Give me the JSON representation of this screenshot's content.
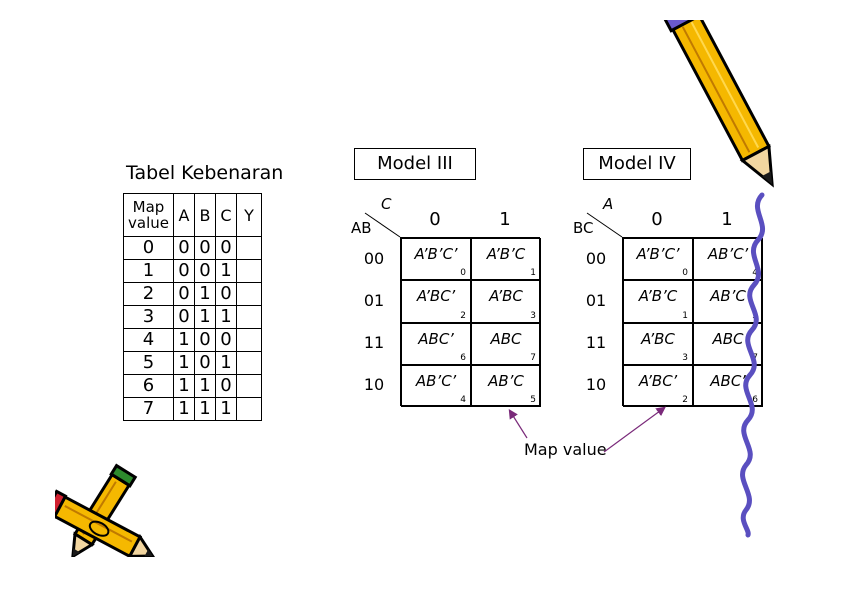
{
  "truth_table": {
    "title": "Tabel Kebenaran",
    "headers": [
      "Map value",
      "A",
      "B",
      "C",
      "Y"
    ],
    "rows": [
      [
        "0",
        "0",
        "0",
        "0",
        ""
      ],
      [
        "1",
        "0",
        "0",
        "1",
        ""
      ],
      [
        "2",
        "0",
        "1",
        "0",
        ""
      ],
      [
        "3",
        "0",
        "1",
        "1",
        ""
      ],
      [
        "4",
        "1",
        "0",
        "0",
        ""
      ],
      [
        "5",
        "1",
        "0",
        "1",
        ""
      ],
      [
        "6",
        "1",
        "1",
        "0",
        ""
      ],
      [
        "7",
        "1",
        "1",
        "1",
        ""
      ]
    ]
  },
  "model3": {
    "title": "Model III",
    "col_var": "C",
    "row_var": "AB",
    "col_labels": [
      "0",
      "1"
    ],
    "row_labels": [
      "00",
      "01",
      "11",
      "10"
    ],
    "cells": [
      [
        {
          "term": "A’B’C’",
          "idx": "0"
        },
        {
          "term": "A’B’C",
          "idx": "1"
        }
      ],
      [
        {
          "term": "A’BC’",
          "idx": "2"
        },
        {
          "term": "A’BC",
          "idx": "3"
        }
      ],
      [
        {
          "term": "ABC’",
          "idx": "6"
        },
        {
          "term": "ABC",
          "idx": "7"
        }
      ],
      [
        {
          "term": "AB’C’",
          "idx": "4"
        },
        {
          "term": "AB’C",
          "idx": "5"
        }
      ]
    ]
  },
  "model4": {
    "title": "Model IV",
    "col_var": "A",
    "row_var": "BC",
    "col_labels": [
      "0",
      "1"
    ],
    "row_labels": [
      "00",
      "01",
      "11",
      "10"
    ],
    "cells": [
      [
        {
          "term": "A’B’C’",
          "idx": "0"
        },
        {
          "term": "AB’C’",
          "idx": "4"
        }
      ],
      [
        {
          "term": "A’B’C",
          "idx": "1"
        },
        {
          "term": "AB’C",
          "idx": "5"
        }
      ],
      [
        {
          "term": "A’BC",
          "idx": "3"
        },
        {
          "term": "ABC",
          "idx": "7"
        }
      ],
      [
        {
          "term": "A’BC’",
          "idx": "2"
        },
        {
          "term": "ABC’",
          "idx": "6"
        }
      ]
    ]
  },
  "annotation": {
    "label": "Map value",
    "color": "#7a2a7a"
  },
  "colors": {
    "pencil_body": "#f5b800",
    "pencil_tip": "#1a1a1a",
    "squiggle": "#5a4fc0",
    "pencil_eraser": "#d02030",
    "pencil_band": "#2d8a2d"
  }
}
